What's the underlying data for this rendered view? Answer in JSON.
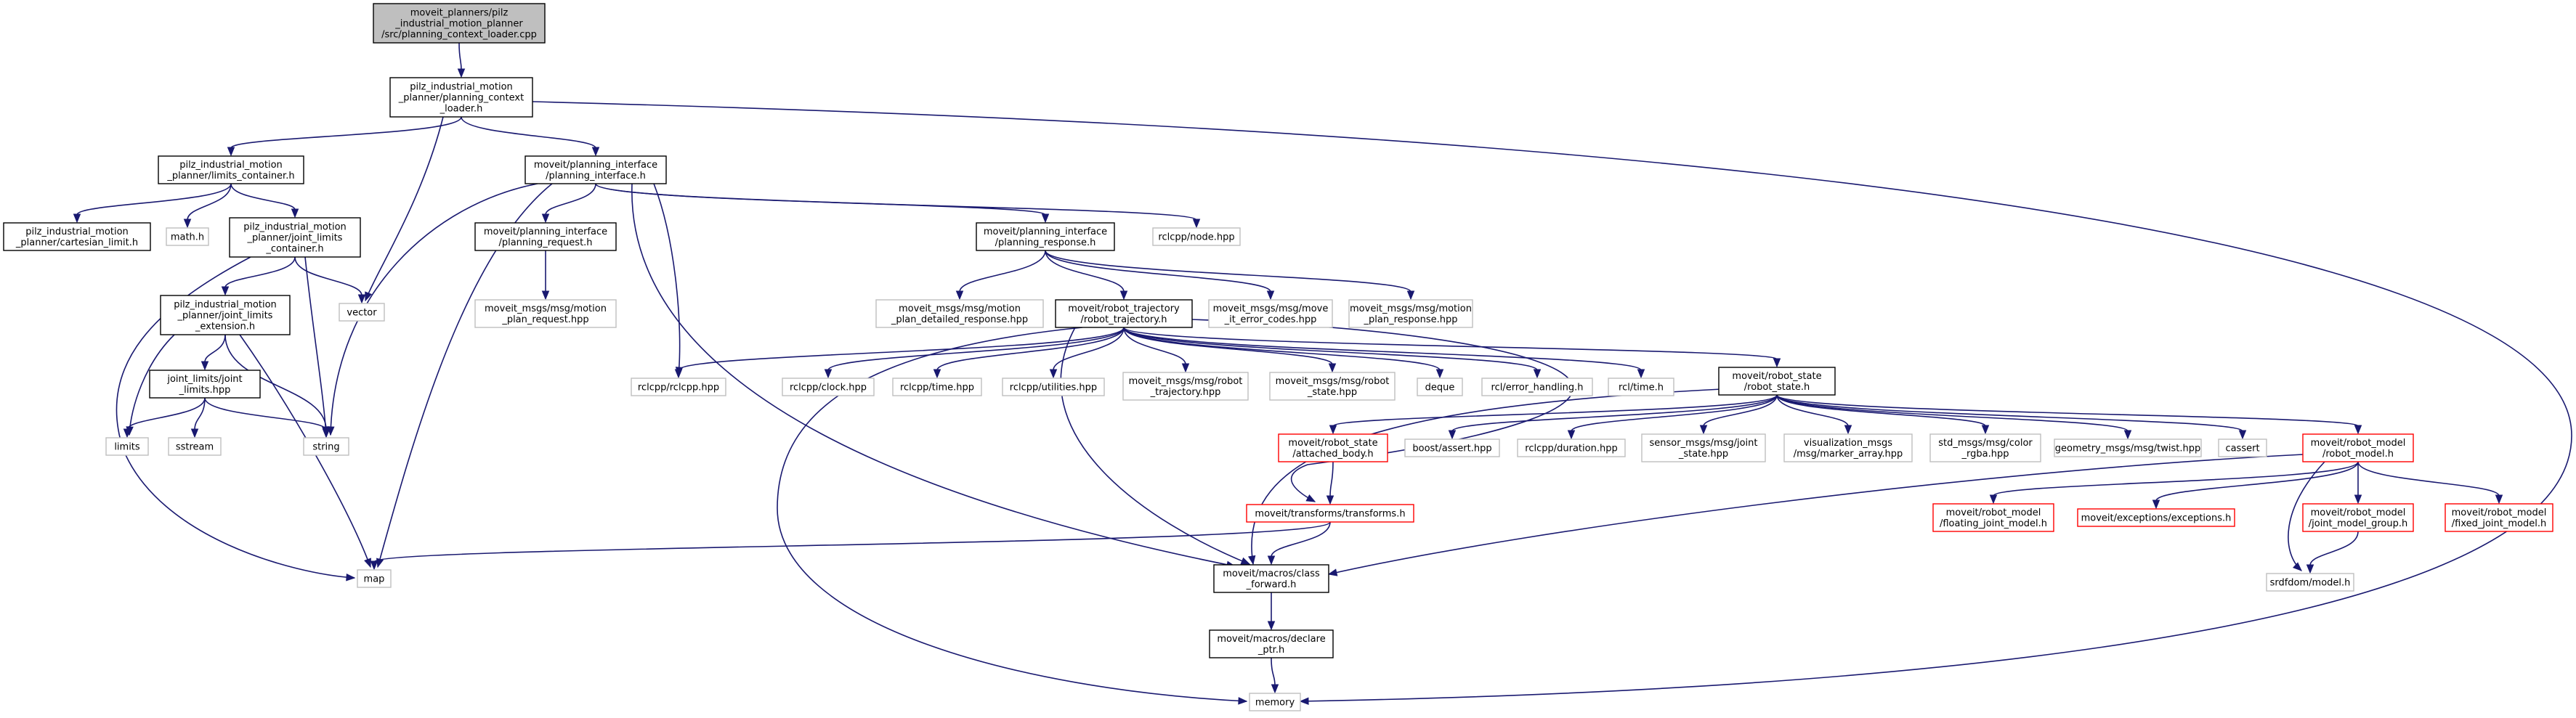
{
  "colors": {
    "edge": "#191970",
    "root_fill": "#bfbfbf",
    "border_normal": "#000000",
    "border_missing": "#ff0000",
    "border_system": "#bfbfbf"
  },
  "nodes": {
    "root": {
      "lines": [
        "moveit_planners/pilz",
        "_industrial_motion_planner",
        "/src/planning_context_loader.cpp"
      ]
    },
    "pcl": {
      "lines": [
        "pilz_industrial_motion",
        "_planner/planning_context",
        "_loader.h"
      ]
    },
    "lc": {
      "lines": [
        "pilz_industrial_motion",
        "_planner/limits_container.h"
      ]
    },
    "pi": {
      "lines": [
        "moveit/planning_interface",
        "/planning_interface.h"
      ]
    },
    "cart": {
      "lines": [
        "pilz_industrial_motion",
        "_planner/cartesian_limit.h"
      ]
    },
    "math": {
      "lines": [
        "math.h"
      ]
    },
    "jlc": {
      "lines": [
        "pilz_industrial_motion",
        "_planner/joint_limits",
        "_container.h"
      ]
    },
    "vector": {
      "lines": [
        "vector"
      ]
    },
    "jle": {
      "lines": [
        "pilz_industrial_motion",
        "_planner/joint_limits",
        "_extension.h"
      ]
    },
    "jll": {
      "lines": [
        "joint_limits/joint",
        "_limits.hpp"
      ]
    },
    "limits": {
      "lines": [
        "limits"
      ]
    },
    "sstream": {
      "lines": [
        "sstream"
      ]
    },
    "string": {
      "lines": [
        "string"
      ]
    },
    "map": {
      "lines": [
        "map"
      ]
    },
    "preq": {
      "lines": [
        "moveit/planning_interface",
        "/planning_request.h"
      ]
    },
    "mpreq": {
      "lines": [
        "moveit_msgs/msg/motion",
        "_plan_request.hpp"
      ]
    },
    "presp": {
      "lines": [
        "moveit/planning_interface",
        "/planning_response.h"
      ]
    },
    "rclnode": {
      "lines": [
        "rclcpp/node.hpp"
      ]
    },
    "mpdr": {
      "lines": [
        "moveit_msgs/msg/motion",
        "_plan_detailed_response.hpp"
      ]
    },
    "rt": {
      "lines": [
        "moveit/robot_trajectory",
        "/robot_trajectory.h"
      ]
    },
    "mec": {
      "lines": [
        "moveit_msgs/msg/move",
        "_it_error_codes.hpp"
      ]
    },
    "mpr": {
      "lines": [
        "moveit_msgs/msg/motion",
        "_plan_response.hpp"
      ]
    },
    "rclcpp": {
      "lines": [
        "rclcpp/rclcpp.hpp"
      ]
    },
    "clock": {
      "lines": [
        "rclcpp/clock.hpp"
      ]
    },
    "time": {
      "lines": [
        "rclcpp/time.hpp"
      ]
    },
    "util": {
      "lines": [
        "rclcpp/utilities.hpp"
      ]
    },
    "mrt": {
      "lines": [
        "moveit_msgs/msg/robot",
        "_trajectory.hpp"
      ]
    },
    "mrs": {
      "lines": [
        "moveit_msgs/msg/robot",
        "_state.hpp"
      ]
    },
    "deque": {
      "lines": [
        "deque"
      ]
    },
    "rclerr": {
      "lines": [
        "rcl/error_handling.h"
      ]
    },
    "rcltime": {
      "lines": [
        "rcl/time.h"
      ]
    },
    "rs": {
      "lines": [
        "moveit/robot_state",
        "/robot_state.h"
      ]
    },
    "ab": {
      "lines": [
        "moveit/robot_state",
        "/attached_body.h"
      ]
    },
    "bassert": {
      "lines": [
        "boost/assert.hpp"
      ]
    },
    "dur": {
      "lines": [
        "rclcpp/duration.hpp"
      ]
    },
    "sjs": {
      "lines": [
        "sensor_msgs/msg/joint",
        "_state.hpp"
      ]
    },
    "vma": {
      "lines": [
        "visualization_msgs",
        "/msg/marker_array.hpp"
      ]
    },
    "color": {
      "lines": [
        "std_msgs/msg/color",
        "_rgba.hpp"
      ]
    },
    "twist": {
      "lines": [
        "geometry_msgs/msg/twist.hpp"
      ]
    },
    "cassert": {
      "lines": [
        "cassert"
      ]
    },
    "rm": {
      "lines": [
        "moveit/robot_model",
        "/robot_model.h"
      ]
    },
    "tf": {
      "lines": [
        "moveit/transforms/transforms.h"
      ]
    },
    "fjm": {
      "lines": [
        "moveit/robot_model",
        "/floating_joint_model.h"
      ]
    },
    "exc": {
      "lines": [
        "moveit/exceptions/exceptions.h"
      ]
    },
    "jmg": {
      "lines": [
        "moveit/robot_model",
        "/joint_model_group.h"
      ]
    },
    "fixj": {
      "lines": [
        "moveit/robot_model",
        "/fixed_joint_model.h"
      ]
    },
    "cf": {
      "lines": [
        "moveit/macros/class",
        "_forward.h"
      ]
    },
    "srdf": {
      "lines": [
        "srdfdom/model.h"
      ]
    },
    "dp": {
      "lines": [
        "moveit/macros/declare",
        "_ptr.h"
      ]
    },
    "memory": {
      "lines": [
        "memory"
      ]
    }
  }
}
